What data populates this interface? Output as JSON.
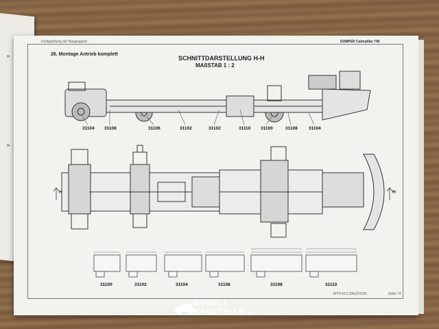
{
  "header": {
    "left": "Fertigstellung der Baugruppen",
    "right": "DUMPER Caterpillar 740"
  },
  "section": {
    "title": "26. Montage Antrieb komplett",
    "drawing_title_1": "SCHNITTDARSTELLUNG H-H",
    "drawing_title_2": "MAßSTAB 1 : 2",
    "section_marker": "H"
  },
  "top_view_callouts": [
    "31104",
    "31108",
    "31106",
    "31102",
    "31102",
    "31110",
    "31100",
    "31108",
    "31104"
  ],
  "detail_parts": [
    "31100",
    "31102",
    "31104",
    "31106",
    "31108",
    "31110"
  ],
  "footer": {
    "code": "W7S-613 (DE)/(V016)",
    "page": "Seite 74"
  },
  "left_page_text": "8."
}
